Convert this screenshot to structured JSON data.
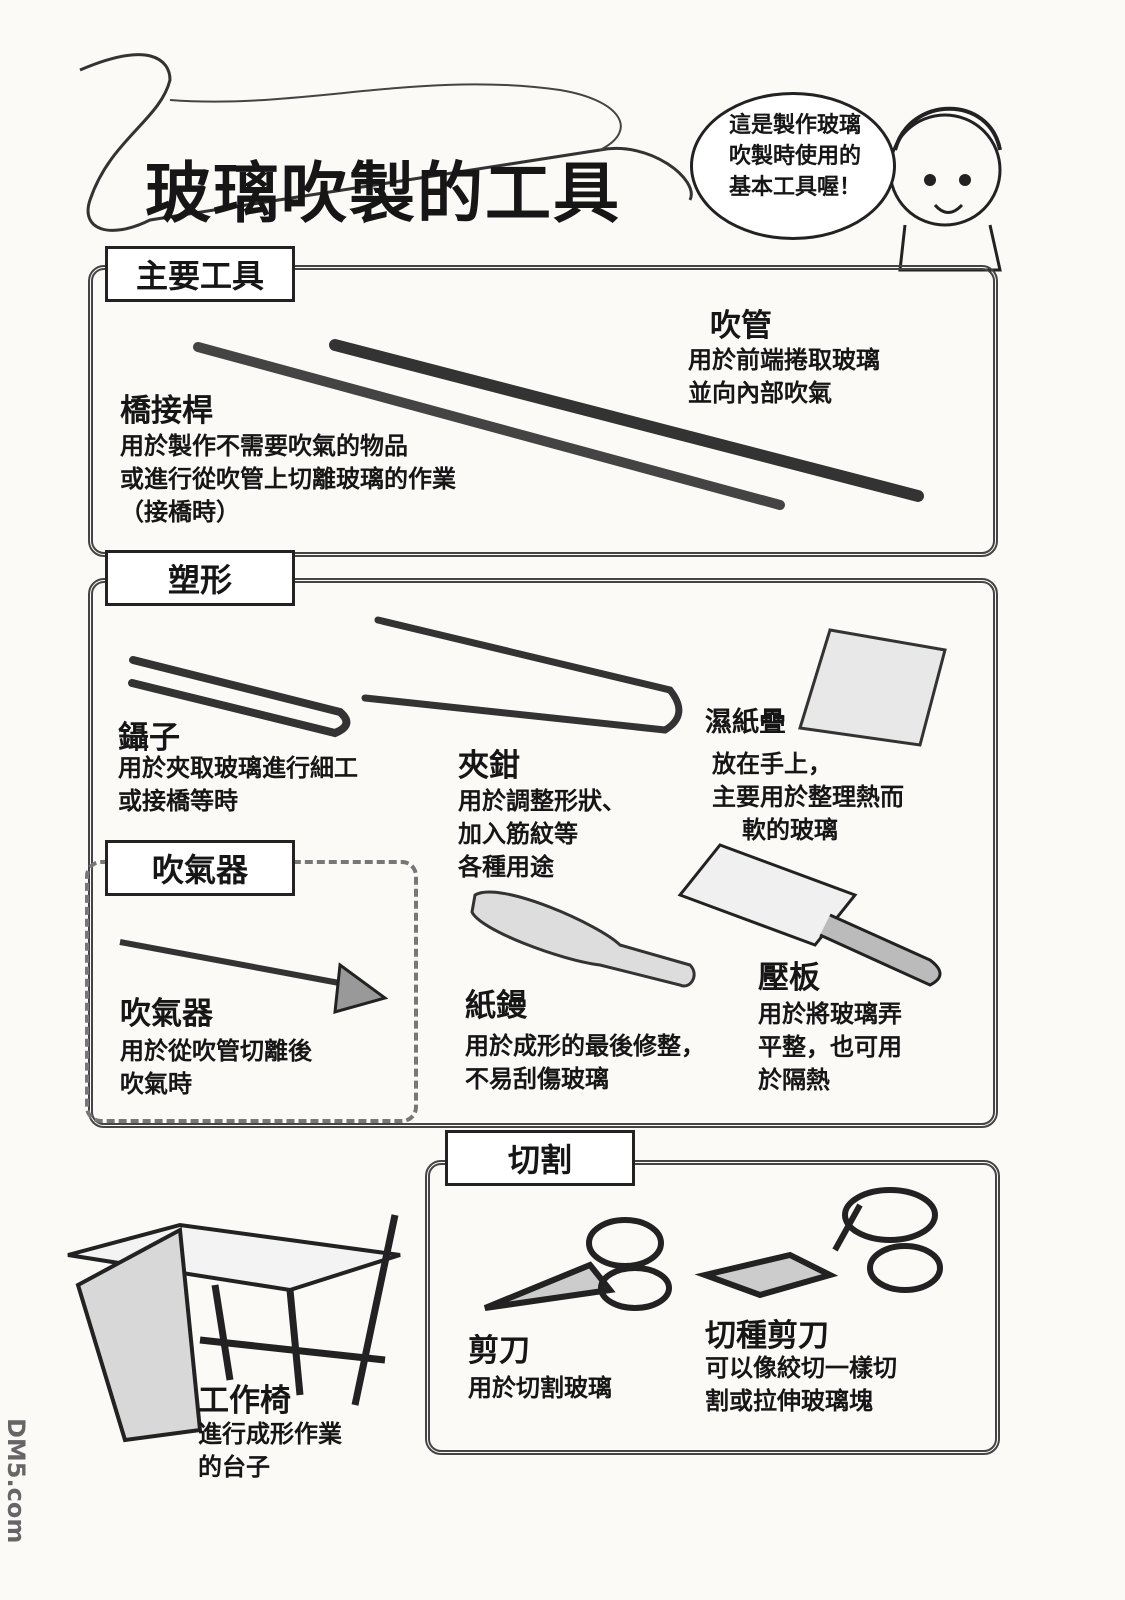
{
  "title": "玻璃吹製的工具",
  "speech": [
    "這是製作玻璃",
    "吹製時使用的",
    "基本工具喔！"
  ],
  "sections": {
    "main": "主要工具",
    "shaping": "塑形",
    "blower": "吹氣器",
    "cutting": "切割"
  },
  "tools": {
    "blowpipe": {
      "name": "吹管",
      "desc": [
        "用於前端捲取玻璃",
        "並向內部吹氣"
      ]
    },
    "punty": {
      "name": "橋接桿",
      "desc": [
        "用於製作不需要吹氣的物品",
        "或進行從吹管上切離玻璃的作業",
        "（接橋時）"
      ]
    },
    "tweezers": {
      "name": "鑷子",
      "desc": [
        "用於夾取玻璃進行細工",
        "或接橋等時"
      ]
    },
    "jacks": {
      "name": "夾鉗",
      "desc": [
        "用於調整形狀、",
        "加入筋紋等",
        "各種用途"
      ]
    },
    "wetpaper": {
      "name": "濕紙疊",
      "desc": [
        "放在手上，",
        "主要用於整理熱而",
        "軟的玻璃"
      ]
    },
    "blowergun": {
      "name": "吹氣器",
      "desc": [
        "用於從吹管切離後",
        "吹氣時"
      ]
    },
    "paddle": {
      "name": "紙鏝",
      "desc": [
        "用於成形的最後修整，",
        "不易刮傷玻璃"
      ]
    },
    "pressboard": {
      "name": "壓板",
      "desc": [
        "用於將玻璃弄",
        "平整，也可用",
        "於隔熱"
      ]
    },
    "bench": {
      "name": "工作椅",
      "desc": [
        "進行成形作業",
        "的台子"
      ]
    },
    "scissors": {
      "name": "剪刀",
      "desc": [
        "用於切割玻璃"
      ]
    },
    "shears": {
      "name": "切種剪刀",
      "desc": [
        "可以像絞切一樣切",
        "割或拉伸玻璃塊"
      ]
    }
  },
  "watermark": "DM5.com"
}
